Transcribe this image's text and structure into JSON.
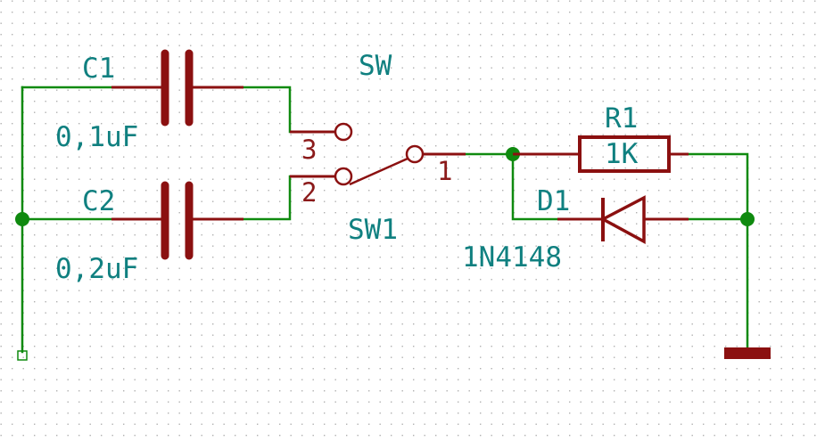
{
  "colors": {
    "background": "#ffffff",
    "grid_dot": "#b0b0b0",
    "wire": "#0f8a0f",
    "junction": "#0f8a0f",
    "component": "#8b1010",
    "label_text": "#108080",
    "pin_text": "#8b1a1a"
  },
  "components": {
    "c1": {
      "ref": "C1",
      "value": "0,1uF"
    },
    "c2": {
      "ref": "C2",
      "value": "0,2uF"
    },
    "sw1": {
      "ref": "SW1",
      "value": "SW",
      "pins": [
        "3",
        "2",
        "1"
      ]
    },
    "r1": {
      "ref": "R1",
      "value": "1K"
    },
    "d1": {
      "ref": "D1",
      "value": "1N4148"
    }
  }
}
